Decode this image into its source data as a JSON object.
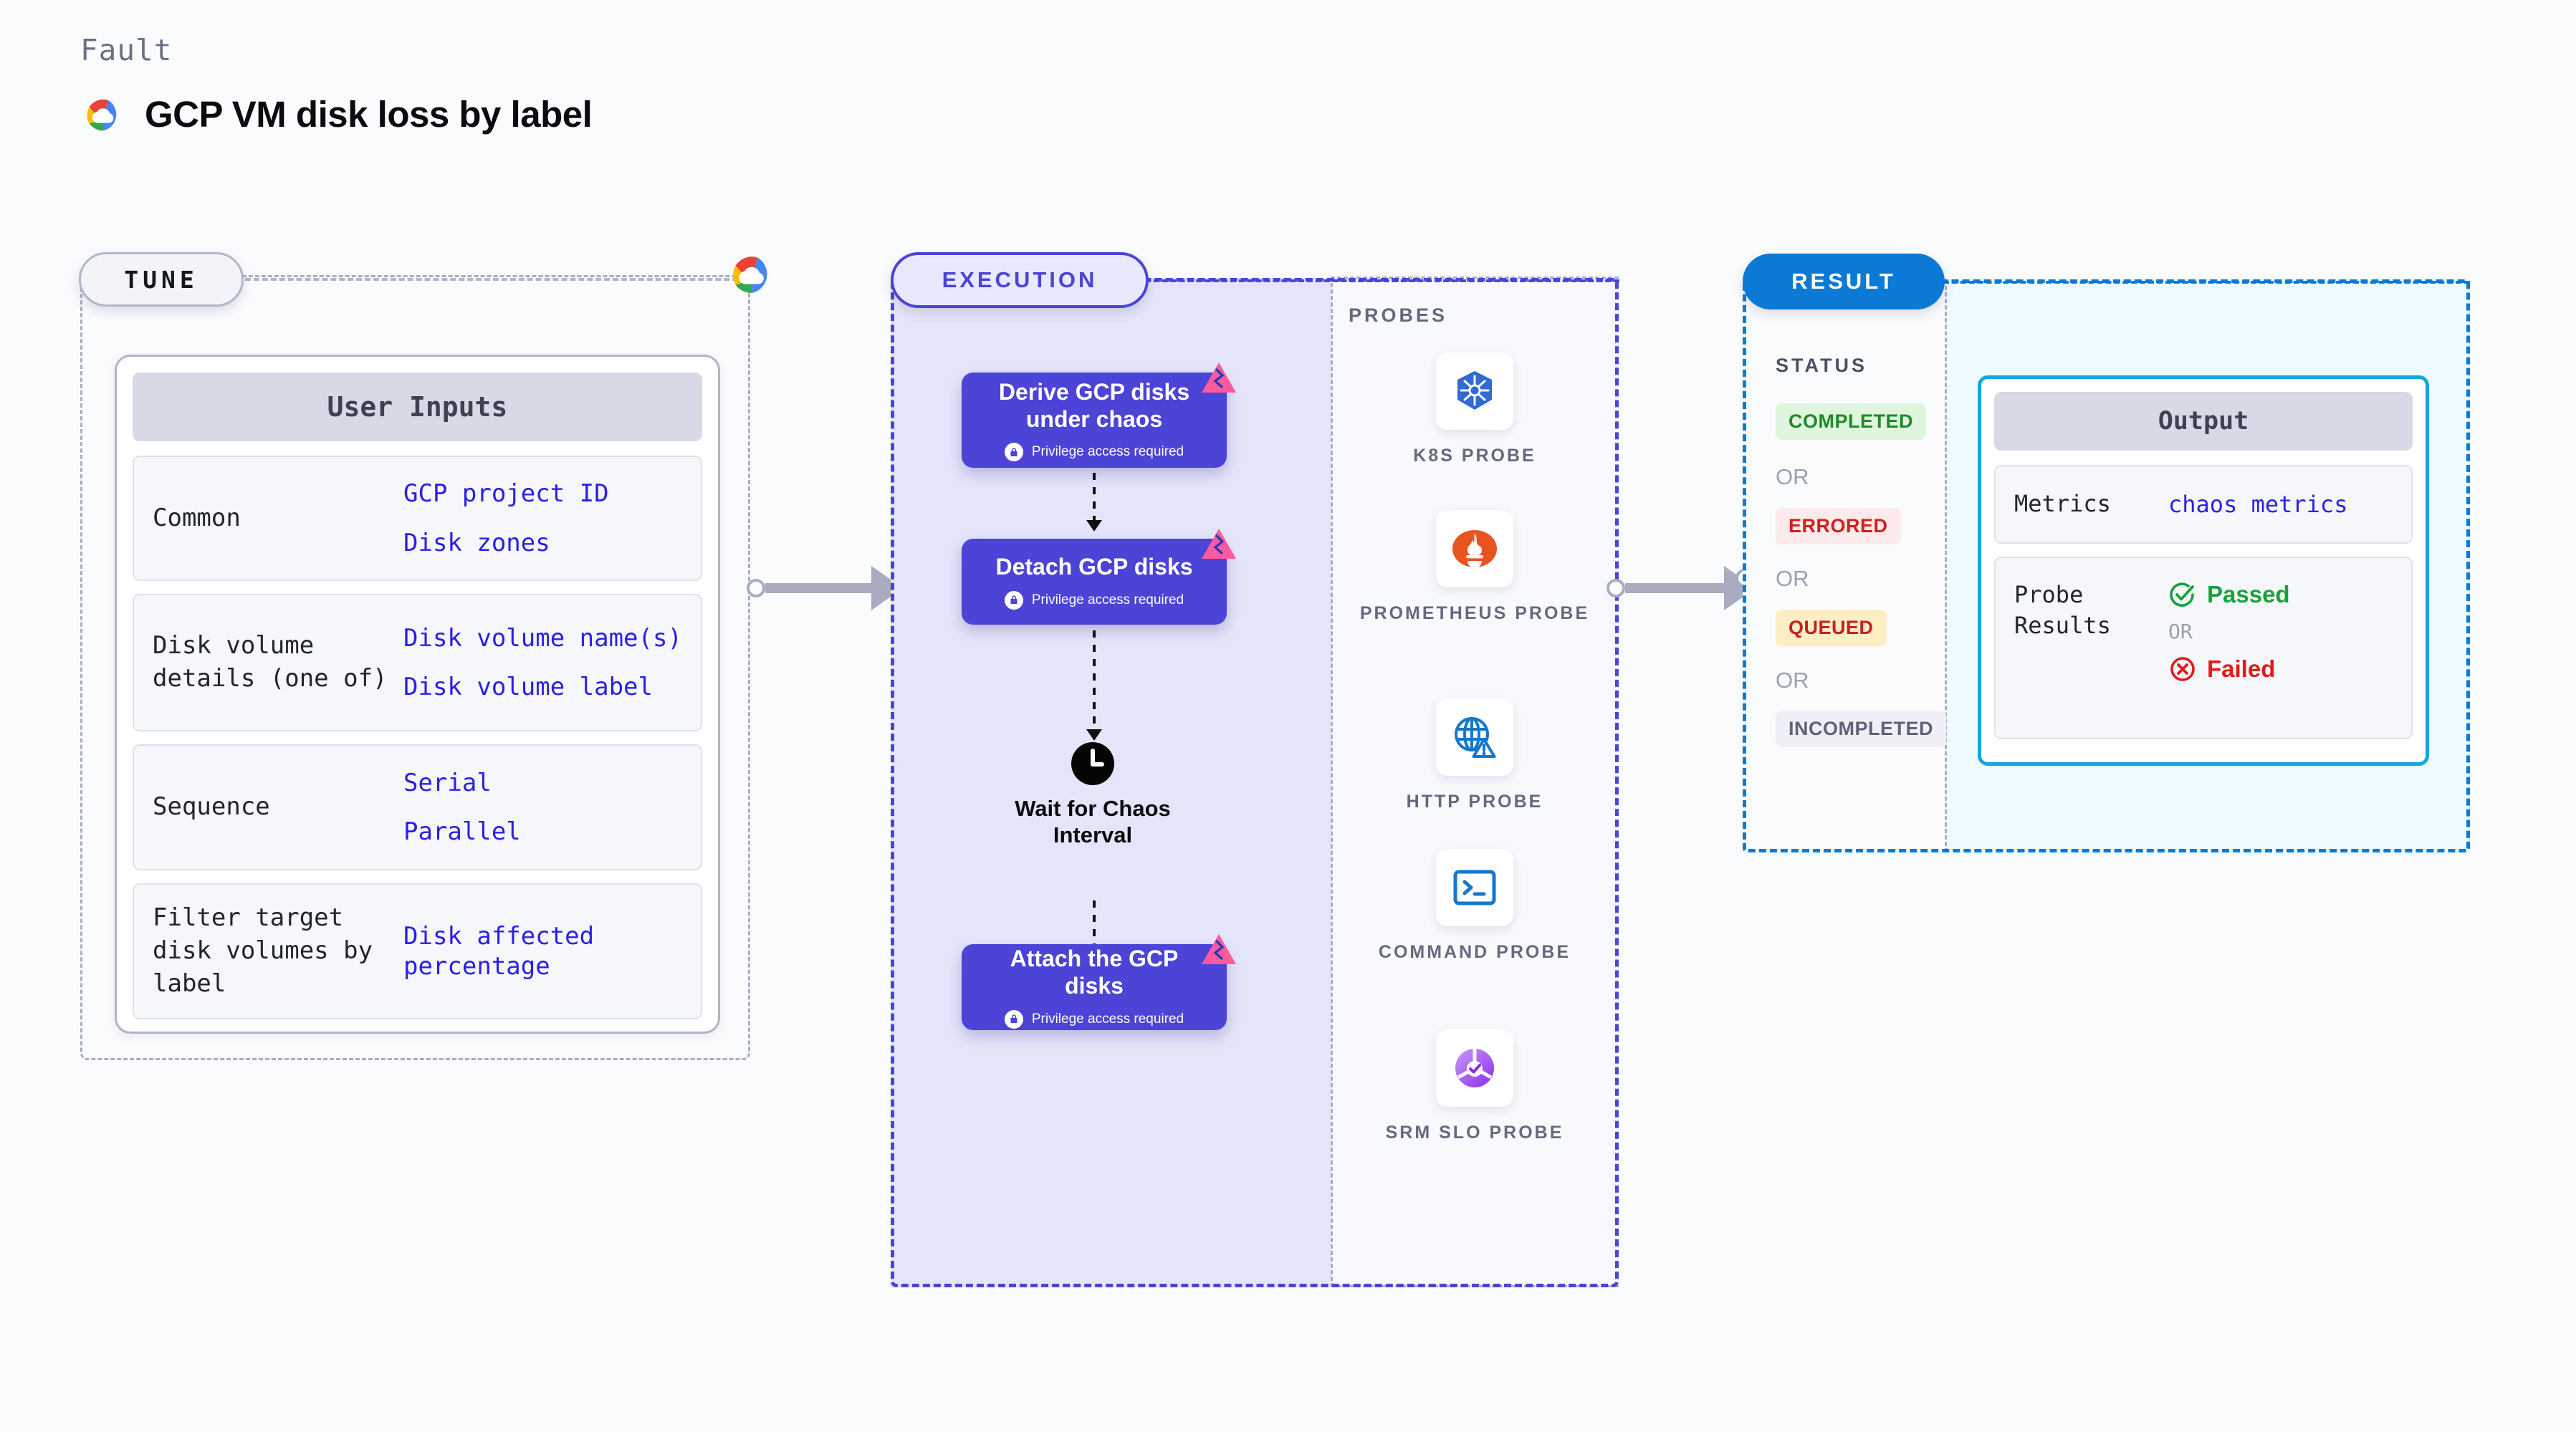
{
  "header": {
    "kicker": "Fault",
    "title": "GCP VM disk loss by label",
    "logo_icon": "gcp-logo-icon"
  },
  "tune": {
    "pill_label": "TUNE",
    "card_title": "User Inputs",
    "rows": [
      {
        "key": "Common",
        "values": [
          "GCP project ID",
          "Disk zones"
        ]
      },
      {
        "key": "Disk volume details (one of)",
        "values": [
          "Disk volume name(s)",
          "Disk volume label"
        ]
      },
      {
        "key": "Sequence",
        "values": [
          "Serial",
          "Parallel"
        ]
      },
      {
        "key": "Filter target disk volumes by label",
        "values": [
          "Disk affected percentage"
        ]
      }
    ]
  },
  "execution": {
    "pill_label": "EXECUTION",
    "privilege_note": "Privilege access required",
    "nodes": [
      {
        "label": "Derive GCP disks under chaos",
        "privileged": true,
        "badge_icon": "litmus-chaos-icon"
      },
      {
        "label": "Detach GCP disks",
        "privileged": true,
        "badge_icon": "litmus-chaos-icon"
      },
      {
        "label": "Wait for Chaos Interval",
        "privileged": false,
        "badge_icon": "clock-icon"
      },
      {
        "label": "Attach the GCP disks",
        "privileged": true,
        "badge_icon": "litmus-chaos-icon"
      }
    ]
  },
  "probes": {
    "section_label": "PROBES",
    "items": [
      {
        "name": "K8S PROBE",
        "icon": "kubernetes-icon"
      },
      {
        "name": "PROMETHEUS PROBE",
        "icon": "prometheus-icon"
      },
      {
        "name": "HTTP PROBE",
        "icon": "http-globe-icon"
      },
      {
        "name": "COMMAND PROBE",
        "icon": "terminal-icon"
      },
      {
        "name": "SRM SLO PROBE",
        "icon": "srm-slo-icon"
      }
    ]
  },
  "result": {
    "pill_label": "RESULT",
    "status_label": "STATUS",
    "or_label": "OR",
    "statuses": [
      {
        "label": "COMPLETED",
        "bg": "#dff5de",
        "fg": "#1f8a27"
      },
      {
        "label": "ERRORED",
        "bg": "#fdeaea",
        "fg": "#d11f1f"
      },
      {
        "label": "QUEUED",
        "bg": "#fdeec4",
        "fg": "#c22222"
      },
      {
        "label": "INCOMPLETED",
        "bg": "#eef0f5",
        "fg": "#5c6379"
      }
    ],
    "output": {
      "card_title": "Output",
      "metrics_key": "Metrics",
      "metrics_value": "chaos metrics",
      "probe_key": "Probe Results",
      "passed_label": "Passed",
      "failed_label": "Failed",
      "or_label": "OR",
      "passed_icon": "check-circle-icon",
      "failed_icon": "x-circle-icon"
    }
  },
  "colors": {
    "node_indigo": "#4b44d6",
    "result_blue": "#0c79d4",
    "output_border_cyan": "#13a7e0",
    "mono_value_blue": "#2a20e6",
    "litmus_pink": "#ff5a9e"
  }
}
